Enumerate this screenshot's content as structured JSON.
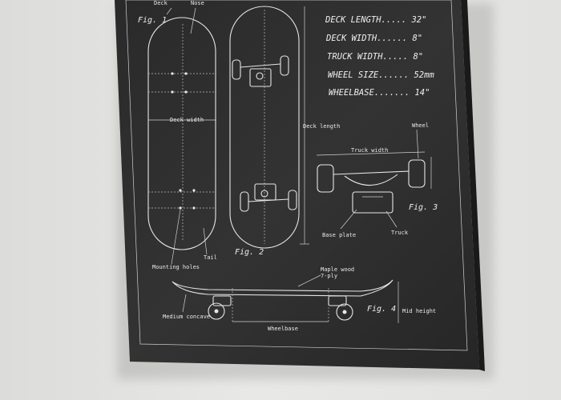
{
  "poster": {
    "specs": [
      {
        "label": "DECK LENGTH.....",
        "value": "32\""
      },
      {
        "label": "DECK WIDTH......",
        "value": "8\""
      },
      {
        "label": "TRUCK WIDTH.....",
        "value": "8\""
      },
      {
        "label": "WHEEL SIZE......",
        "value": "52mm"
      },
      {
        "label": "WHEELBASE.......",
        "value": "14\""
      }
    ],
    "figures": {
      "fig1": "Fig. 1",
      "fig2": "Fig. 2",
      "fig3": "Fig. 3",
      "fig4": "Fig. 4"
    },
    "annotations": {
      "deck": "Deck",
      "nose": "Nose",
      "deck_width": "Deck width",
      "deck_length": "Deck length",
      "mounting_holes": "Mounting holes",
      "tail": "Tail",
      "wheel": "Wheel",
      "truck_width": "Truck width",
      "base_plate": "Base plate",
      "truck": "Truck",
      "maple_wood": "Maple wood",
      "ply": "7-ply",
      "medium_concave": "Medium concave",
      "mid_height": "Mid height",
      "wheelbase": "Wheelbase"
    }
  }
}
